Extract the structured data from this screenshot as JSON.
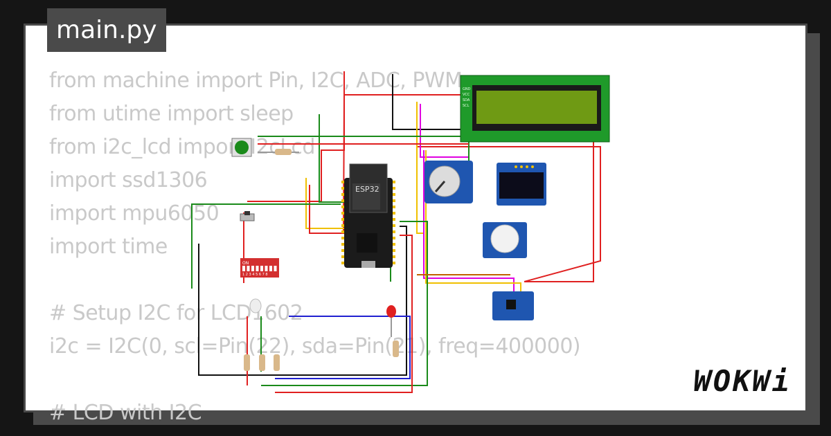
{
  "editor": {
    "tab_title": "main.py",
    "code_lines": [
      "from machine import Pin, I2C, ADC, PWM",
      "from utime import sleep",
      "from i2c_lcd import I2cLcd",
      "import ssd1306",
      "import mpu6050",
      "import time",
      "",
      "# Setup I2C for LCD1602",
      "i2c = I2C(0, scl=Pin(22), sda=Pin(21), freq=400000)",
      "",
      "# LCD with I2C"
    ]
  },
  "components": {
    "esp32_label": "ESP32",
    "lcd_pins": [
      "GND",
      "VCC",
      "SDA",
      "SCL"
    ],
    "dip_on_label": "ON",
    "dip_numbers": "1 2 3 4 5 6 7 8"
  },
  "brand": {
    "logo_text": "WOKWi"
  },
  "colors": {
    "background": "#151515",
    "card": "#ffffff",
    "tab": "#4a4a4a",
    "code_text": "#c9c9c9",
    "wire_red": "#e02020",
    "wire_black": "#111111",
    "wire_green": "#1a8a1a",
    "wire_yellow": "#f0c000",
    "wire_magenta": "#e000e0",
    "wire_blue": "#2020d0",
    "wire_orange": "#c06000",
    "lcd_green": "#1f9a2a",
    "module_blue": "#1f56b0"
  }
}
